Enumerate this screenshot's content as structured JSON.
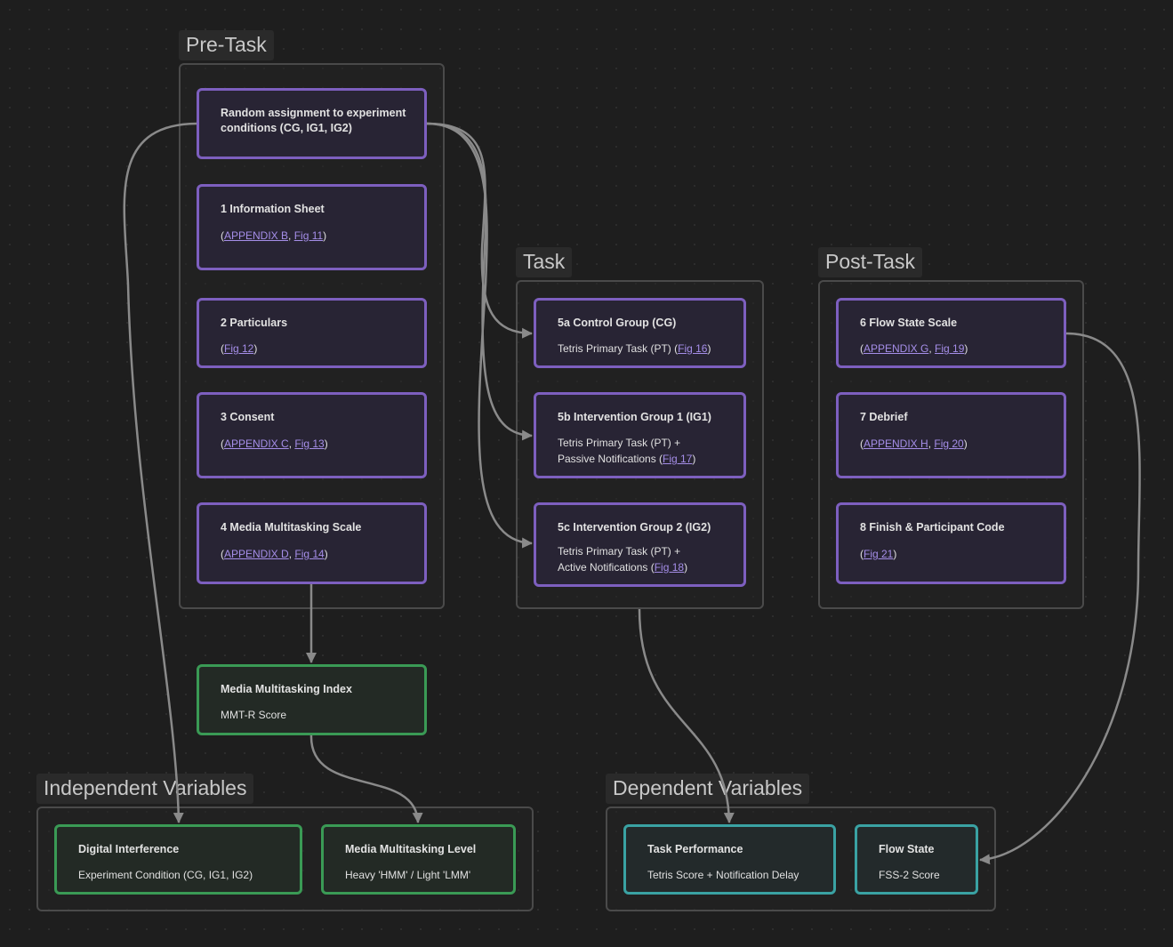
{
  "groups": {
    "pretask": "Pre-Task",
    "task": "Task",
    "posttask": "Post-Task",
    "iv": "Independent Variables",
    "dv": "Dependent Variables"
  },
  "nodes": {
    "random": {
      "title": "Random assignment to experiment conditions (CG, IG1, IG2)"
    },
    "info": {
      "title": "1 Information Sheet",
      "link1": "APPENDIX B",
      "link2": "Fig 11"
    },
    "particulars": {
      "title": "2 Particulars",
      "link1": "Fig 12"
    },
    "consent": {
      "title": "3 Consent",
      "link1": "APPENDIX C",
      "link2": "Fig 13"
    },
    "mms": {
      "title": "4 Media Multitasking Scale",
      "link1": "APPENDIX D",
      "link2": "Fig 14"
    },
    "cg": {
      "title": "5a Control Group (CG)",
      "line1": "Tetris Primary Task (PT) (",
      "link1": "Fig 16"
    },
    "ig1": {
      "title": "5b Intervention Group 1 (IG1)",
      "line1": "Tetris Primary Task (PT) +",
      "line2": "Passive Notifications (",
      "link1": "Fig 17"
    },
    "ig2": {
      "title": "5c Intervention Group 2 (IG2)",
      "line1": "Tetris Primary Task (PT) +",
      "line2": "Active Notifications (",
      "link1": "Fig 18"
    },
    "flow_scale": {
      "title": "6 Flow State Scale",
      "link1": "APPENDIX G",
      "link2": "Fig 19"
    },
    "debrief": {
      "title": "7 Debrief",
      "link1": "APPENDIX H",
      "link2": "Fig 20"
    },
    "finish": {
      "title": "8 Finish & Participant Code",
      "link1": "Fig 21"
    },
    "mmi": {
      "title": "Media Multitasking Index",
      "sub": "MMT-R Score"
    },
    "digital": {
      "title": "Digital Interference",
      "sub": "Experiment Condition (CG, IG1, IG2)"
    },
    "mml": {
      "title": "Media Multitasking Level",
      "sub": "Heavy 'HMM' / Light 'LMM'"
    },
    "taskperf": {
      "title": "Task Performance",
      "sub": "Tetris Score + Notification Delay"
    },
    "flow": {
      "title": "Flow State",
      "sub": "FSS-2 Score"
    }
  },
  "colors": {
    "background": "#1e1e1e",
    "node_purple": "#7d5fbf",
    "node_green": "#3a9a55",
    "node_teal": "#3aa2a3",
    "edge": "#8a8a8a",
    "link": "#a58ee8"
  }
}
